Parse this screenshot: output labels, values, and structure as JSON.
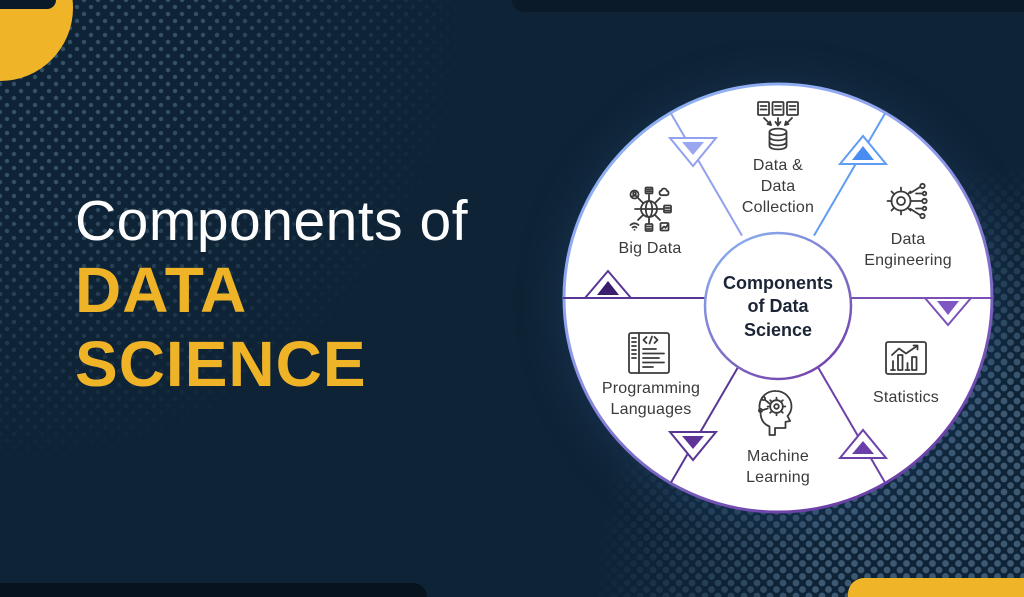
{
  "title": {
    "line1": "Components of",
    "line2": "DATA",
    "line3": "SCIENCE"
  },
  "diagram": {
    "center_label": "Components\nof Data\nScience",
    "segments": [
      {
        "id": "data-and-data-collection",
        "label": "Data &\nData\nCollection",
        "icon": "database-collection-icon"
      },
      {
        "id": "data-engineering",
        "label": "Data\nEngineering",
        "icon": "gear-circuit-icon"
      },
      {
        "id": "statistics",
        "label": "Statistics",
        "icon": "bar-chart-icon"
      },
      {
        "id": "machine-learning",
        "label": "Machine\nLearning",
        "icon": "head-gear-icon"
      },
      {
        "id": "programming-languages",
        "label": "Programming\nLanguages",
        "icon": "code-window-icon"
      },
      {
        "id": "big-data",
        "label": "Big Data",
        "icon": "network-hub-icon"
      }
    ]
  },
  "colors": {
    "background": "#0E2335",
    "accent_yellow": "#F0B429",
    "title_yellow": "#EFB327",
    "circle_fill": "#FFFFFF",
    "ring_gradient_top": "#8CB9F6",
    "ring_gradient_bottom": "#6D42A8",
    "divider_blue": "#5F9DF2",
    "divider_periwinkle": "#93A0EE",
    "divider_purple": "#5A3694",
    "arrow_blue": "#4A8DF2",
    "arrow_periwinkle": "#9AA6F0",
    "arrow_dark_purple": "#3B1F6E",
    "arrow_medium_purple": "#7E57C2",
    "arrow_purple": "#6A3FA8",
    "label_text": "#3A3A3A",
    "center_text": "#1B2535"
  }
}
